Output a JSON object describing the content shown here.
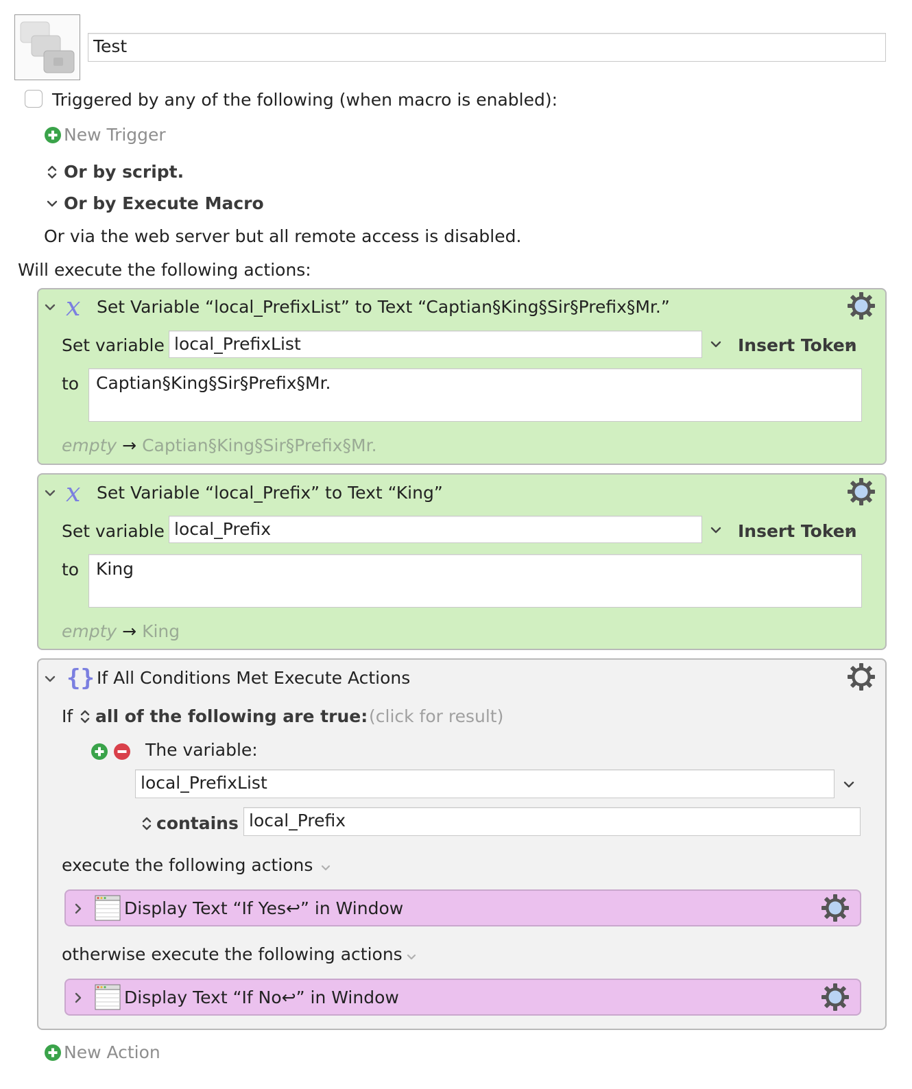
{
  "macro": {
    "name": "Test"
  },
  "triggers": {
    "heading": "Triggered by any of the following (when macro is enabled):",
    "new_trigger": "New Trigger",
    "or_by_script": "Or by script.",
    "or_by_execute": "Or by Execute Macro",
    "web_server": "Or via the web server but all remote access is disabled."
  },
  "actions_heading": "Will execute the following actions:",
  "action1": {
    "title": "Set Variable “local_PrefixList” to Text “Captian§King§Sir§Prefix§Mr.”",
    "set_variable_label": "Set variable",
    "variable": "local_PrefixList",
    "insert_token": "Insert Token",
    "to_label": "to",
    "text": "Captian§King§Sir§Prefix§Mr.",
    "preview_before": "empty",
    "preview_after": "Captian§King§Sir§Prefix§Mr."
  },
  "action2": {
    "title": "Set Variable “local_Prefix” to Text “King”",
    "set_variable_label": "Set variable",
    "variable": "local_Prefix",
    "insert_token": "Insert Token",
    "to_label": "to",
    "text": "King",
    "preview_before": "empty",
    "preview_after": "King"
  },
  "action3": {
    "title": "If All Conditions Met Execute Actions",
    "if_label": "If",
    "condition_mode": "all of the following are true:",
    "click_for_result": "(click for result)",
    "the_variable_label": "The variable:",
    "variable": "local_PrefixList",
    "operator": "contains",
    "operand": "local_Prefix",
    "then_label": "execute the following actions",
    "then_action": "Display Text “If  Yes↩” in Window",
    "else_label": "otherwise execute the following actions",
    "else_action": "Display Text “If No↩” in Window"
  },
  "new_action": "New Action",
  "colors": {
    "green_block": "#d1efc1",
    "pink_block": "#ebc1ee",
    "neutral_block": "#f2f2f2",
    "add_green": "#3aa34a",
    "remove_red": "#d9404a",
    "variable_icon": "#7b7fe0"
  },
  "icons": [
    "macro-icon",
    "plus-circle-icon",
    "minus-circle-icon",
    "updown-chevron-icon",
    "chevron-down-icon",
    "chevron-right-icon",
    "variable-x-icon",
    "braces-icon",
    "gear-icon",
    "window-icon",
    "arrow-right-icon"
  ]
}
